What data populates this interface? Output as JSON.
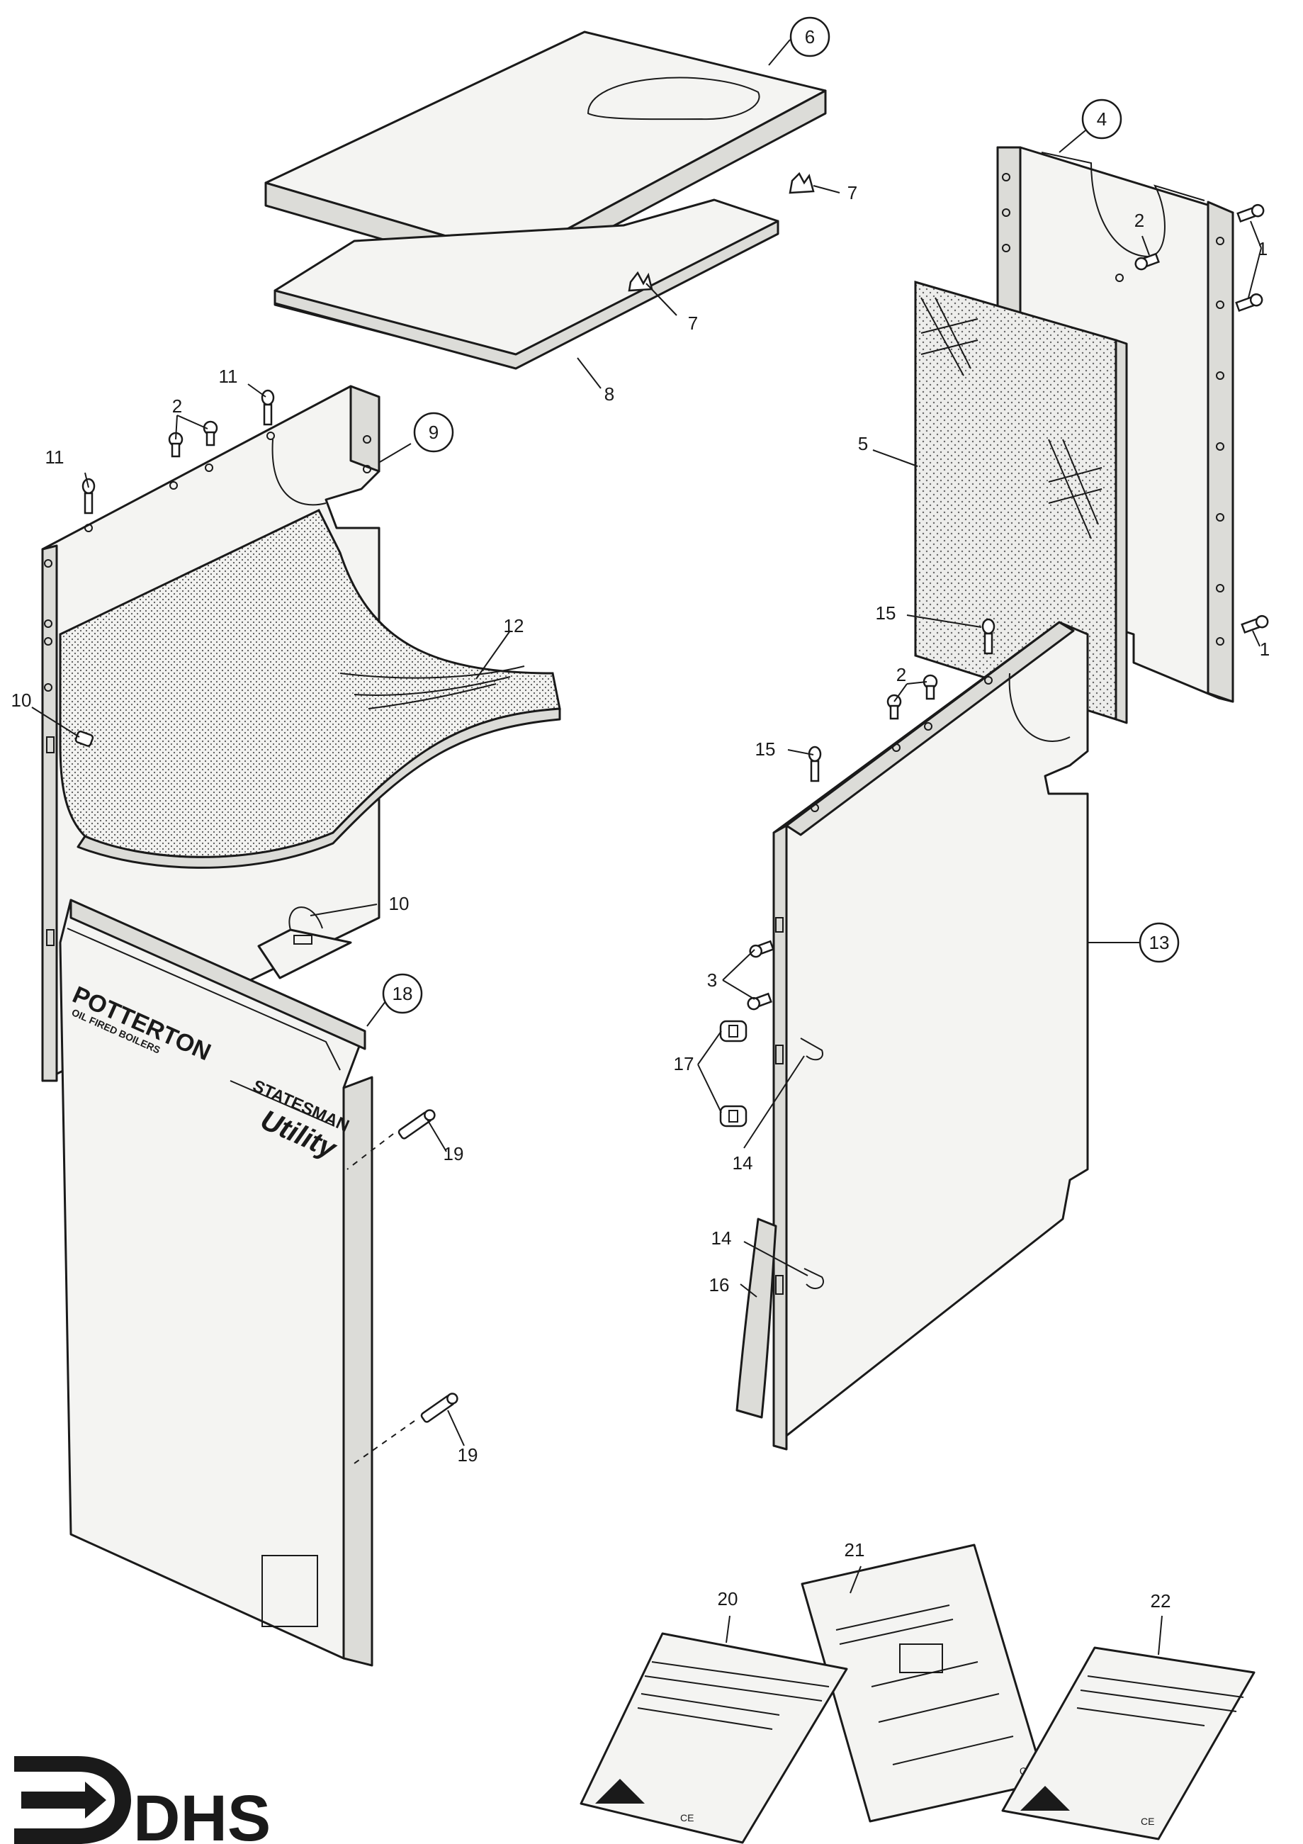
{
  "diagram": {
    "callouts": [
      {
        "id": "c6",
        "text": "6",
        "circled": true
      },
      {
        "id": "c4",
        "text": "4",
        "circled": true
      },
      {
        "id": "c7a",
        "text": "7",
        "circled": false
      },
      {
        "id": "c7b",
        "text": "7",
        "circled": false
      },
      {
        "id": "c8",
        "text": "8",
        "circled": false
      },
      {
        "id": "c2a",
        "text": "2",
        "circled": false
      },
      {
        "id": "c1a",
        "text": "1",
        "circled": false
      },
      {
        "id": "c1b",
        "text": "1",
        "circled": false
      },
      {
        "id": "c11a",
        "text": "11",
        "circled": false
      },
      {
        "id": "c2b",
        "text": "2",
        "circled": false
      },
      {
        "id": "c9",
        "text": "9",
        "circled": true
      },
      {
        "id": "c11b",
        "text": "11",
        "circled": false
      },
      {
        "id": "c5",
        "text": "5",
        "circled": false
      },
      {
        "id": "c12",
        "text": "12",
        "circled": false
      },
      {
        "id": "c15a",
        "text": "15",
        "circled": false
      },
      {
        "id": "c10a",
        "text": "10",
        "circled": false
      },
      {
        "id": "c2c",
        "text": "2",
        "circled": false
      },
      {
        "id": "c15b",
        "text": "15",
        "circled": false
      },
      {
        "id": "c10b",
        "text": "10",
        "circled": false
      },
      {
        "id": "c13",
        "text": "13",
        "circled": true
      },
      {
        "id": "c3",
        "text": "3",
        "circled": false
      },
      {
        "id": "c18",
        "text": "18",
        "circled": true
      },
      {
        "id": "c17",
        "text": "17",
        "circled": false
      },
      {
        "id": "c19a",
        "text": "19",
        "circled": false
      },
      {
        "id": "c14a",
        "text": "14",
        "circled": false
      },
      {
        "id": "c14b",
        "text": "14",
        "circled": false
      },
      {
        "id": "c16",
        "text": "16",
        "circled": false
      },
      {
        "id": "c19b",
        "text": "19",
        "circled": false
      },
      {
        "id": "c21",
        "text": "21",
        "circled": false
      },
      {
        "id": "c20",
        "text": "20",
        "circled": false
      },
      {
        "id": "c22",
        "text": "22",
        "circled": false
      }
    ],
    "front_panel": {
      "brand": "POTTERTON",
      "brand_sub": "OIL FIRED BOILERS",
      "model_top": "STATESMAN",
      "model_script": "Utility"
    },
    "documents": {
      "ce_mark": "CE"
    },
    "logo": {
      "text": "DHS",
      "name": "dhs-logo"
    },
    "colors": {
      "line": "#1a1a1a",
      "paper": "#ffffff",
      "panel": "#f4f4f2"
    }
  }
}
